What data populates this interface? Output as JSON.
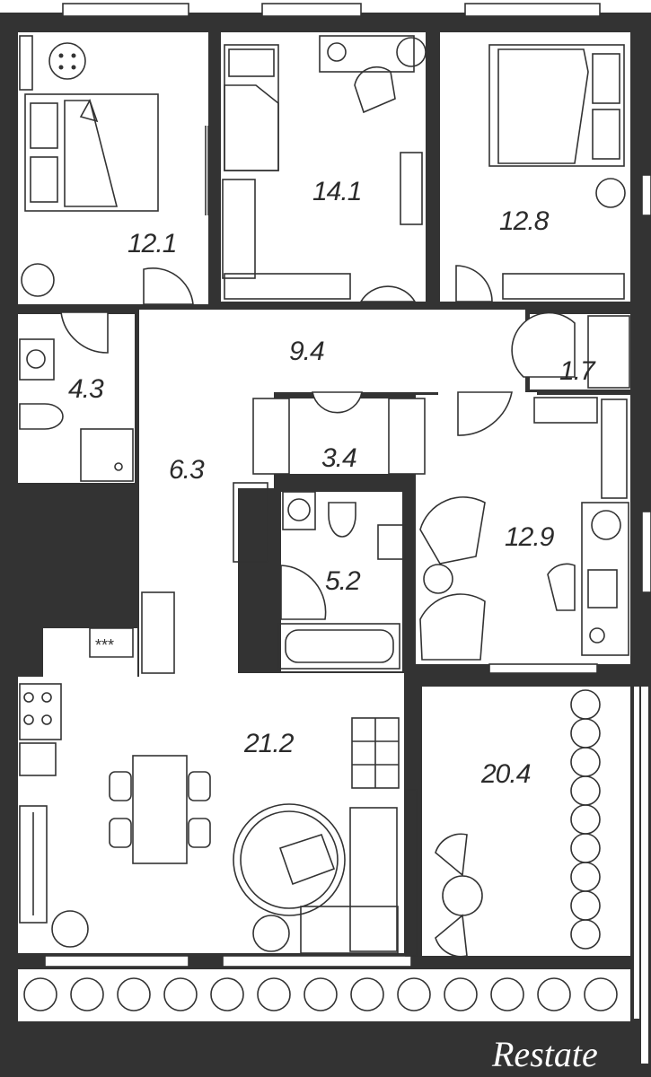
{
  "rooms": [
    {
      "id": "bedroom-left",
      "area": "12.1"
    },
    {
      "id": "bedroom-middle",
      "area": "14.1"
    },
    {
      "id": "bedroom-right",
      "area": "12.8"
    },
    {
      "id": "bathroom-small",
      "area": "4.3"
    },
    {
      "id": "hall",
      "area": "9.4"
    },
    {
      "id": "closet-right",
      "area": "1.7"
    },
    {
      "id": "corridor",
      "area": "6.3"
    },
    {
      "id": "closet-middle",
      "area": "3.4"
    },
    {
      "id": "study",
      "area": "12.9"
    },
    {
      "id": "bathroom",
      "area": "5.2"
    },
    {
      "id": "living-kitchen",
      "area": "21.2"
    },
    {
      "id": "terrace",
      "area": "20.4"
    }
  ],
  "watermark": {
    "brand": "Restate"
  },
  "colors": {
    "wall": "#333333",
    "floor": "#ffffff",
    "ink": "#2b2b2b"
  }
}
